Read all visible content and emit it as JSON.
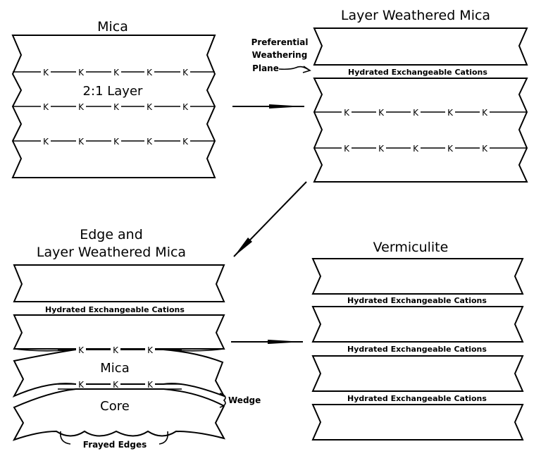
{
  "mica": {
    "title": "Mica",
    "layer_label": "2:1 Layer",
    "k_rows": [
      [
        "K",
        "K",
        "K",
        "K",
        "K"
      ],
      [
        "K",
        "K",
        "K",
        "K",
        "K"
      ],
      [
        "K",
        "K",
        "K",
        "K",
        "K"
      ]
    ]
  },
  "layer_weathered": {
    "title": "Layer Weathered Mica",
    "plane_label": [
      "Preferential",
      "Weathering",
      "Plane"
    ],
    "cation_label": "Hydrated Exchangeable Cations",
    "k_rows": [
      [
        "K",
        "K",
        "K",
        "K",
        "K"
      ],
      [
        "K",
        "K",
        "K",
        "K",
        "K"
      ]
    ]
  },
  "edge_layer_weathered": {
    "title_line1": "Edge and",
    "title_line2": "Layer Weathered Mica",
    "cation_label": "Hydrated Exchangeable Cations",
    "k_rows": [
      [
        "K",
        "K",
        "K"
      ],
      [
        "K",
        "K",
        "K"
      ]
    ],
    "core_label_1": "Mica",
    "core_label_2": "Core",
    "wedge_label": "Wedge",
    "frayed_label": "Frayed Edges"
  },
  "vermiculite": {
    "title": "Vermiculite",
    "cation_labels": [
      "Hydrated Exchangeable Cations",
      "Hydrated Exchangeable Cations",
      "Hydrated Exchangeable Cations"
    ]
  }
}
